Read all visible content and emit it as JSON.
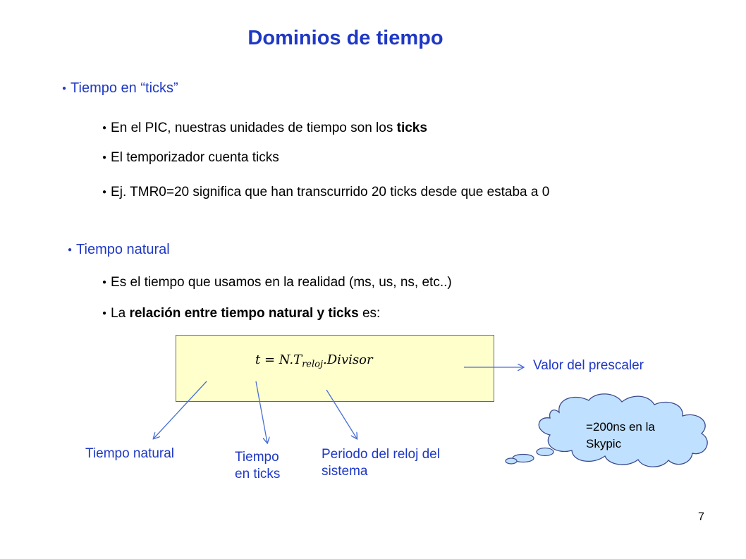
{
  "title": "Dominios de tiempo",
  "section1": {
    "heading": "Tiempo en “ticks”",
    "items": [
      {
        "prefix": "En el PIC, nuestras unidades de tiempo son los ",
        "bold": "ticks",
        "suffix": ""
      },
      {
        "text": "El temporizador cuenta ticks"
      },
      {
        "text": "Ej. TMR0=20 significa que han transcurrido 20 ticks desde que estaba a 0"
      }
    ]
  },
  "section2": {
    "heading": "Tiempo natural",
    "items": [
      {
        "text": "Es el tiempo que usamos en la realidad (ms, us, ns, etc..)"
      },
      {
        "prefix": "La ",
        "bold": "relación entre tiempo natural y ticks",
        "suffix": " es:"
      }
    ]
  },
  "formula": {
    "lhs": "t = N.T",
    "sub": "reloj",
    "rhs": ".Divisor"
  },
  "labels": {
    "prescaler": "Valor del prescaler",
    "natural": "Tiempo natural",
    "ticks_line1": "Tiempo",
    "ticks_line2": "en ticks",
    "period_line1": "Periodo del reloj del",
    "period_line2": "sistema"
  },
  "cloud": {
    "line1": "=200ns en la",
    "line2": "Skypic"
  },
  "page_number": "7",
  "colors": {
    "accent": "#1f38c4",
    "box_fill": "#ffffcc",
    "cloud_fill": "#bfe0ff",
    "cloud_stroke": "#3a4a8c"
  }
}
